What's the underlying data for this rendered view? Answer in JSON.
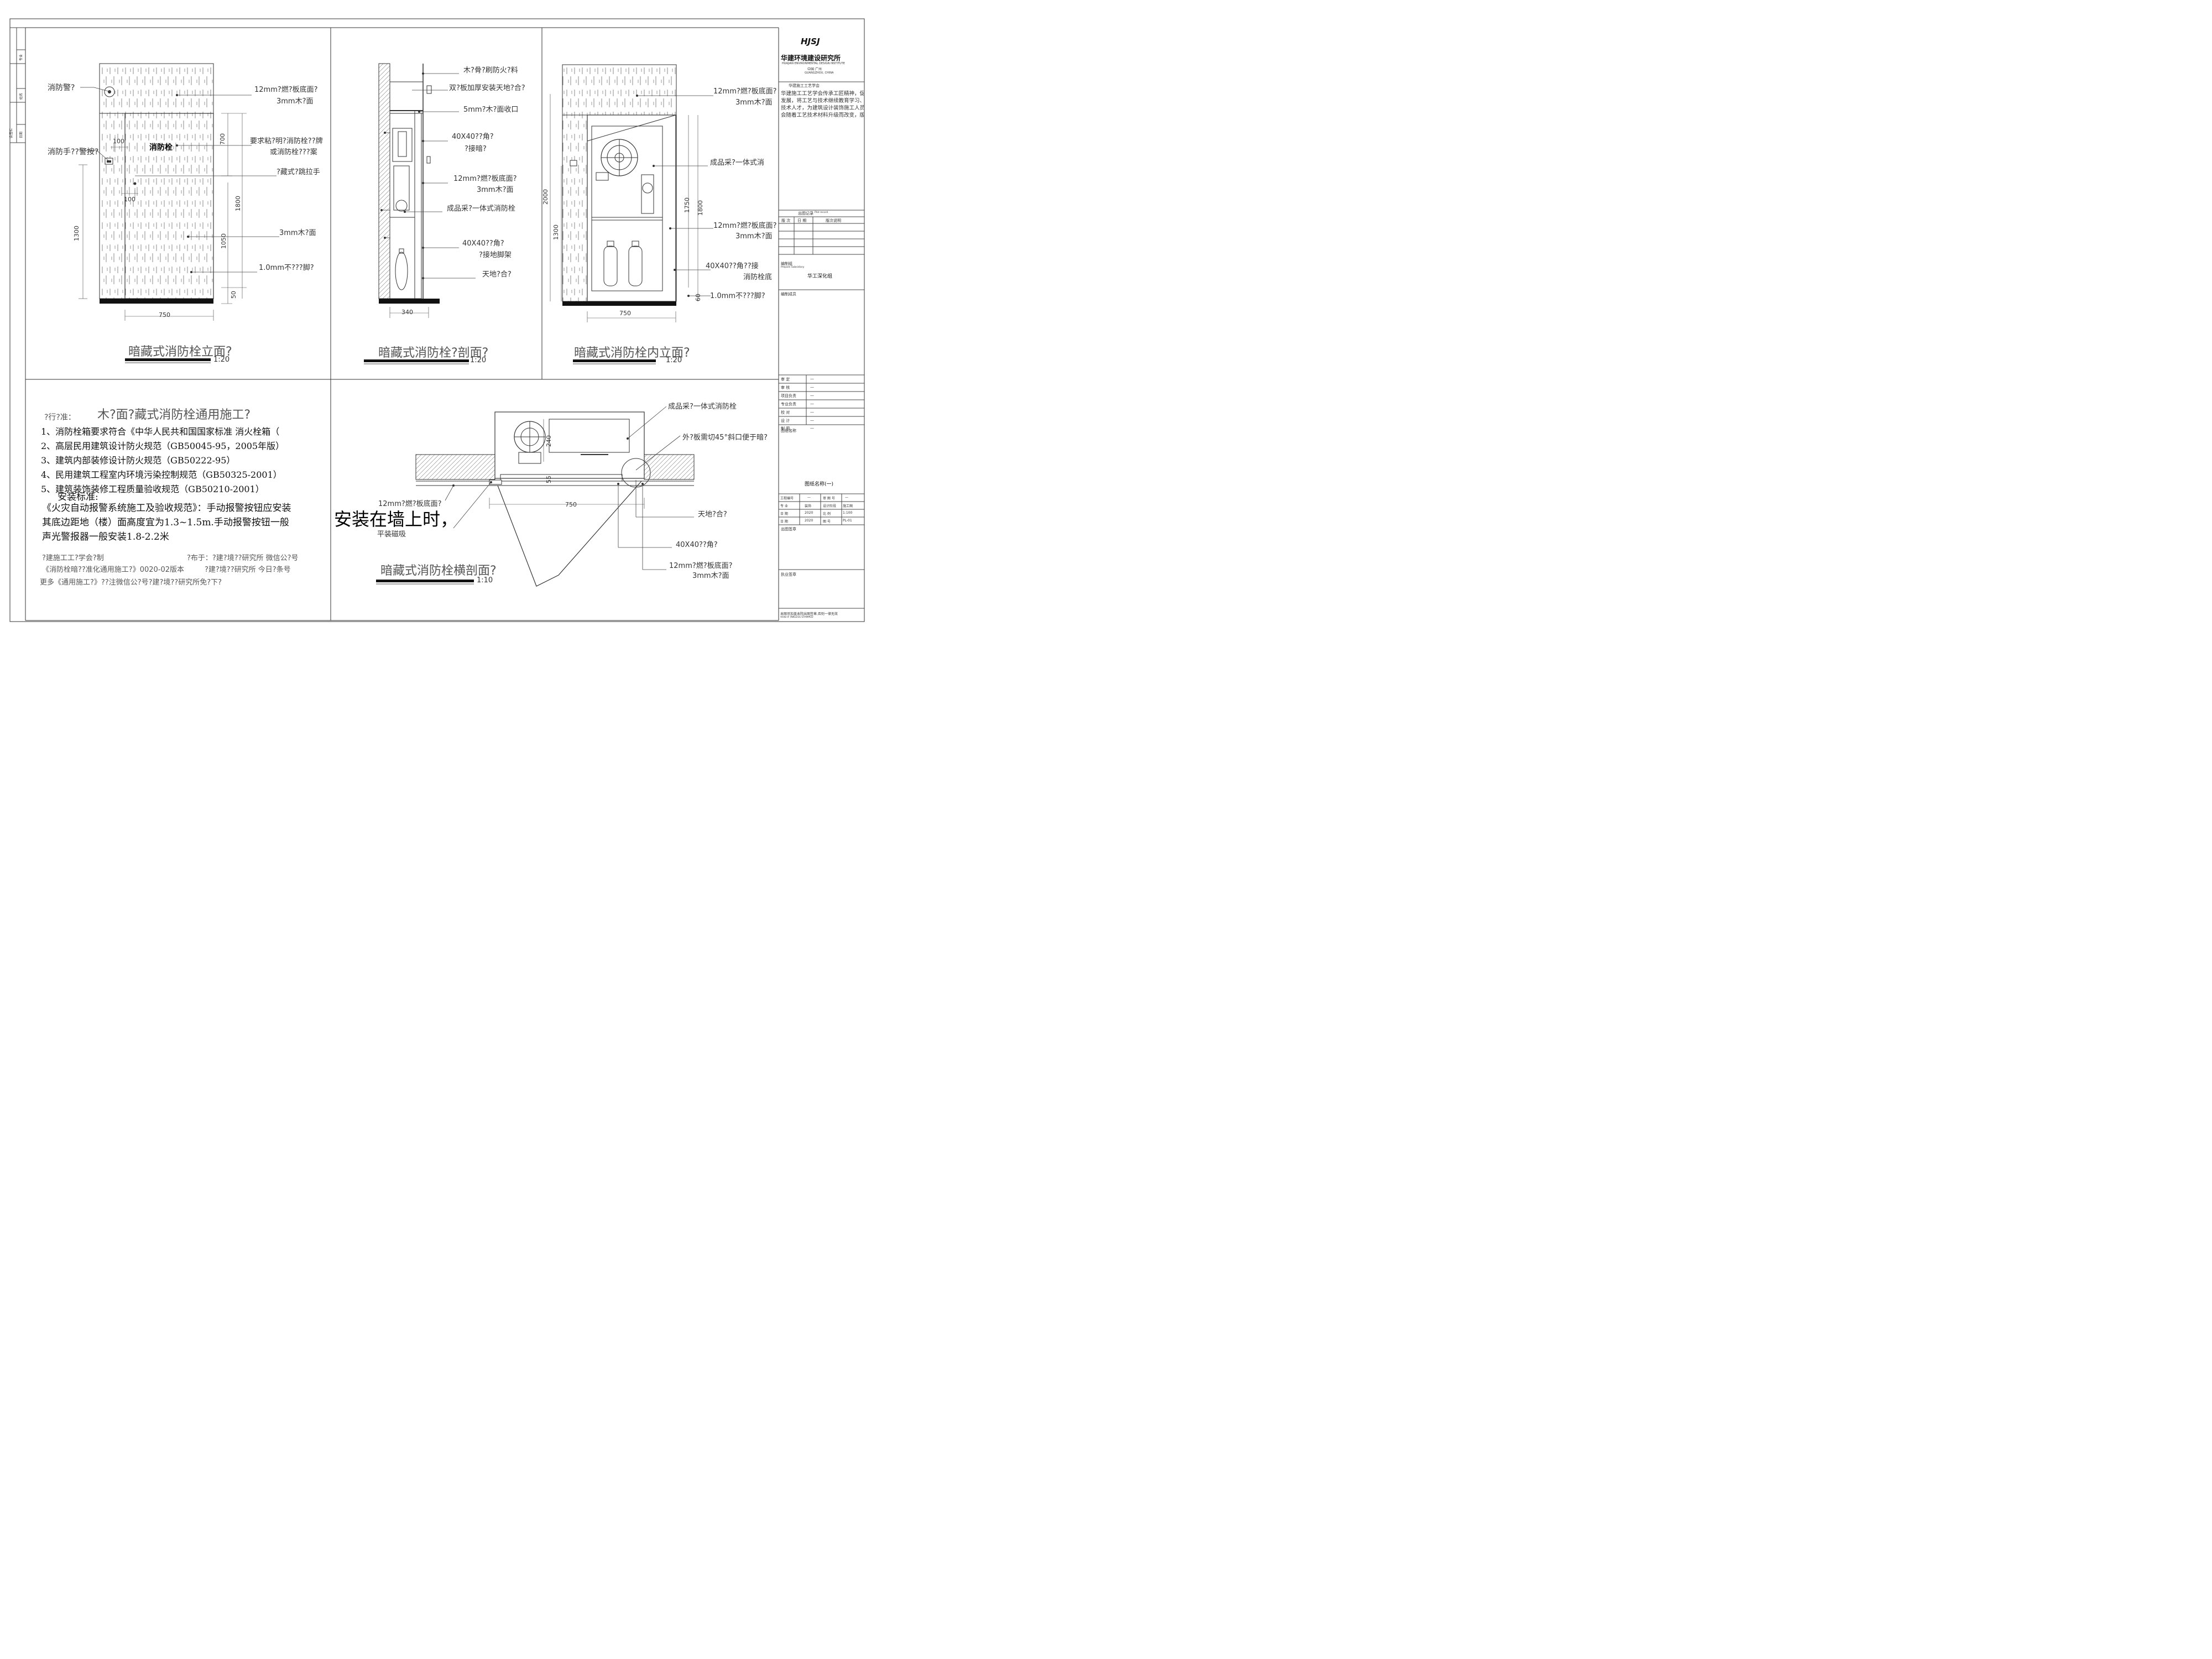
{
  "title_block": {
    "logo": "HJSJ",
    "company_cn": "华建环境建设研究所",
    "company_en": "HUAJIAN ENVIRONMENTAL DESIGN INSTITUTE",
    "location_cn": "中国 广州",
    "location_en": "GUANGZHOU, CHINA",
    "org": "华建施工工艺学会",
    "intro_lines": [
      "华建施工工艺学会传承工匠精神，促",
      "发展，将工艺与技术继续教育学习、",
      "技术人才，为建筑设计装饰施工人员",
      "会随着工艺技术材料升级而改变，版"
    ],
    "record_title": "出图记录",
    "record_en": "Plot record",
    "record_cols": [
      "版 次",
      "日 期",
      "版次说明"
    ],
    "editor_label": "编制组",
    "editor_en": "Prepare Subsidiary",
    "editor_value": "华工深化组",
    "members_label": "编制成员",
    "sign_rows": [
      {
        "label": "审 定",
        "value": "—"
      },
      {
        "label": "审 核",
        "value": "—"
      },
      {
        "label": "项目负责",
        "value": "—"
      },
      {
        "label": "专业负责",
        "value": "—"
      },
      {
        "label": "校 对",
        "value": "—"
      },
      {
        "label": "设 计",
        "value": "—"
      },
      {
        "label": "制 图",
        "value": "—"
      }
    ],
    "drawing_name_label": "图纸名称",
    "drawing_name": "图纸名称(一)",
    "info_rows": [
      [
        "工程编号",
        "—",
        "审 图 号",
        "—"
      ],
      [
        "专 业",
        "装饰",
        "设计阶段",
        "施工图"
      ],
      [
        "日 期",
        "2020",
        "比 例",
        "1:100"
      ],
      [
        "日 期",
        "2020",
        "图 号",
        "PL-01"
      ]
    ],
    "seal_label": "出图签章",
    "practice_label": "执业签章",
    "footer1": "本图须加盖本院出图签章,否则一律无效",
    "footer2": "VOID IF INKLESS STAMPED"
  },
  "left_margin": [
    "会签栏",
    "专业",
    "姓名",
    "日期"
  ],
  "view1": {
    "title": "暗藏式消防栓立面?",
    "scale": "1:20",
    "labels": {
      "alarm": "消防警?",
      "hand": "消防手??警按?",
      "hydrant": "消防栓",
      "d100a": "100",
      "d100b": "100",
      "r1a": "12mm?燃?板底面?",
      "r1b": "3mm木?面",
      "r2a": "要求粘?明?消防栓??牌",
      "r2b": "或消防栓???案",
      "r3": "?藏式?跳拉手",
      "r4": "3mm木?面",
      "r5": "1.0mm不???脚?",
      "dim700": "700",
      "dim1800": "1800",
      "dim1050": "1050",
      "dim50": "50",
      "dim1300": "1300",
      "dim750": "750"
    }
  },
  "view2": {
    "title": "暗藏式消防栓?剖面?",
    "scale": "1:20",
    "labels": {
      "a": "木?骨?刷防火?料",
      "b": "双?板加厚安装天地?合?",
      "c": "5mm?木?面收口",
      "d1": "40X40??角?",
      "d2": "?接暗?",
      "e1": "12mm?燃?板底面?",
      "e2": "3mm木?面",
      "f": "成品采?一体式消防栓",
      "g1": "40X40??角?",
      "g2": "?接地脚架",
      "h": "天地?合?",
      "dim340": "340"
    }
  },
  "view3": {
    "title": "暗藏式消防栓内立面?",
    "scale": "1:20",
    "labels": {
      "a1": "12mm?燃?板底面?",
      "a2": "3mm木?面",
      "b": "成品采?一体式消",
      "c1": "12mm?燃?板底面?",
      "c2": "3mm木?面",
      "d1": "40X40??角??接",
      "d2": "消防栓底",
      "e": "1.0mm不???脚?",
      "dim2000": "2000",
      "dim1300": "1300",
      "dim1750": "1750",
      "dim1800": "1800",
      "dim60": "60",
      "dim750": "750"
    }
  },
  "view4": {
    "title": "暗藏式消防栓横剖面?",
    "scale": "1:10",
    "labels": {
      "a": "成品采?一体式消防栓",
      "b": "外?板需切45°斜口便于暗?",
      "c": "12mm?燃?板底面?",
      "d": "平装磁吸",
      "e": "天地?合?",
      "f": "40X40??角?",
      "g1": "12mm?燃?板底面?",
      "g2": "3mm木?面",
      "dim240": "240",
      "dim55": "55",
      "dim750": "750"
    }
  },
  "notes": {
    "heading": "木?面?藏式消防栓通用施工?",
    "sub": "?行?准：",
    "items": [
      "1、消防栓箱要求符合《中华人民共和国国家标准 消火栓箱（",
      "2、高层民用建筑设计防火规范（GB50045-95，2005年版）",
      "3、建筑内部装修设计防火规范（GB50222-95）",
      "4、民用建筑工程室内环境污染控制规范（GB50325-2001）",
      "5、建筑装饰装修工程质量验收规范（GB50210-2001）"
    ],
    "install_title": "安装标准:",
    "install_lines": [
      "《火灾自动报警系统施工及验收规范》：手动报警按钮应安装",
      "其底边距地（楼）面高度宜为1.3~1.5m.手动报警按钮一般",
      "声光警报器一般安装1.8-2.2米"
    ],
    "overlay": "安装在墙上时，",
    "credit1": "?建施工工?学会?制",
    "credit1b": "?布于：?建?境??研究所 微信公?号",
    "credit2": "《消防栓暗??准化通用施工?》0020-02版本",
    "credit2b": "?建?境??研究所 今日?条号",
    "credit3": "更多《通用施工?》??注微信公?号?建?境??研究所免?下?"
  }
}
